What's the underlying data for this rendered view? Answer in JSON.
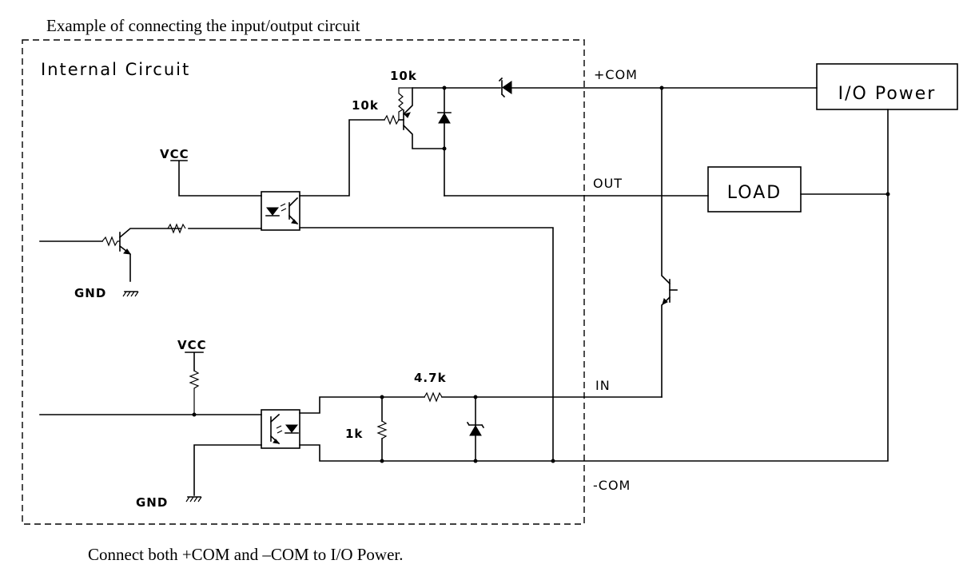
{
  "title": "Example of connecting the input/output circuit",
  "footer": "Connect both +COM and –COM to I/O Power.",
  "internal_label": "Internal Circuit",
  "components": {
    "r_10k_top": "10k",
    "r_10k_base": "10k",
    "r_4k7": "4.7k",
    "r_1k": "1k",
    "vcc_top": "VCC",
    "vcc_bottom": "VCC",
    "gnd_top": "GND",
    "gnd_bottom": "GND"
  },
  "terminals": {
    "plus_com": "+COM",
    "out": "OUT",
    "in": "IN",
    "minus_com": "-COM"
  },
  "external": {
    "io_power": "I/O Power",
    "load": "LOAD"
  }
}
